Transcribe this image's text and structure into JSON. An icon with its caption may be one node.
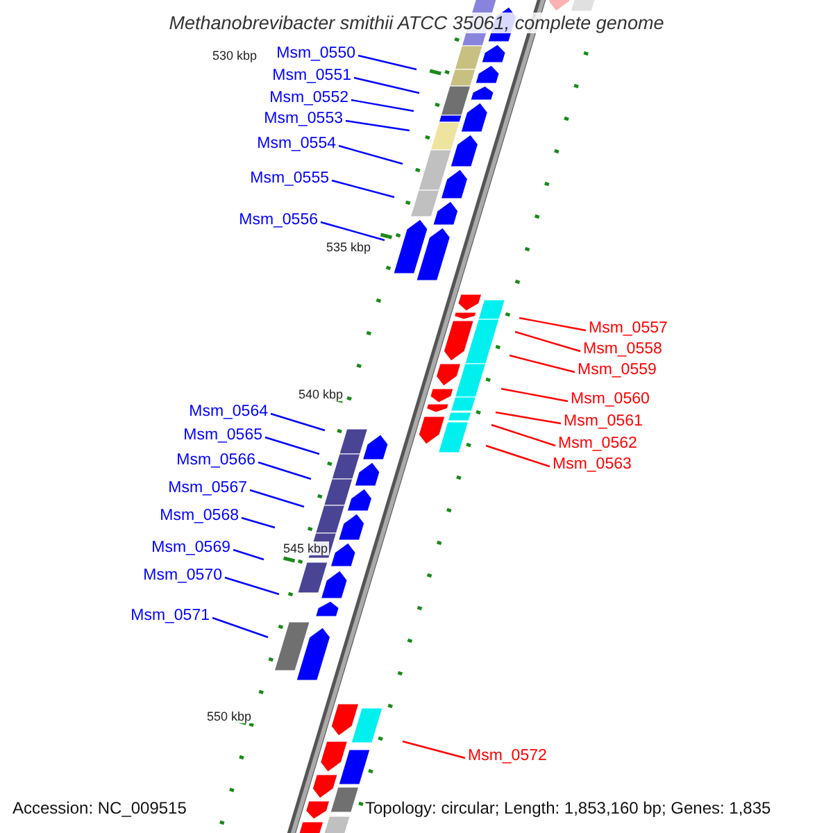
{
  "diagram": {
    "title": "Methanobrevibacter smithii ATCC 35061, complete genome",
    "nodes": [
      {
        "text": [
          "Msm_0550"
        ]
      },
      {
        "text": [
          "Msm_0551"
        ]
      },
      {
        "text": [
          "Msm_0552"
        ]
      },
      {
        "text": [
          "Msm_0553"
        ]
      },
      {
        "text": [
          "Msm_0554"
        ]
      },
      {
        "text": [
          "Msm_0555"
        ]
      },
      {
        "text": [
          "Msm_0556"
        ]
      },
      {
        "text": [
          "Msm_0557"
        ]
      },
      {
        "text": [
          "Msm_0558"
        ]
      },
      {
        "text": [
          "Msm_0559"
        ]
      },
      {
        "text": [
          "Msm_0560"
        ]
      },
      {
        "text": [
          "Msm_0561"
        ]
      },
      {
        "text": [
          "Msm_0562"
        ]
      },
      {
        "text": [
          "Msm_0563"
        ]
      },
      {
        "text": [
          "Msm_0564"
        ]
      },
      {
        "text": [
          "Msm_0565"
        ]
      },
      {
        "text": [
          "Msm_0566"
        ]
      },
      {
        "text": [
          "Msm_0567"
        ]
      },
      {
        "text": [
          "Msm_0568"
        ]
      },
      {
        "text": [
          "Msm_0569"
        ]
      },
      {
        "text": [
          "Msm_0570"
        ]
      },
      {
        "text": [
          "Msm_0571"
        ]
      },
      {
        "text": [
          "Msm_0572"
        ]
      }
    ],
    "edges": [
      {
        "from": 0,
        "to": null,
        "arrow": "none"
      },
      {
        "from": 1,
        "to": null,
        "arrow": "none"
      },
      {
        "from": 2,
        "to": null,
        "arrow": "none"
      },
      {
        "from": 3,
        "to": null,
        "arrow": "none"
      },
      {
        "from": 4,
        "to": null,
        "arrow": "none"
      },
      {
        "from": 5,
        "to": null,
        "arrow": "none"
      },
      {
        "from": 6,
        "to": null,
        "arrow": "none"
      },
      {
        "from": 7,
        "to": null,
        "arrow": "none",
        "color": "#ff0000"
      },
      {
        "from": 8,
        "to": null,
        "arrow": "none",
        "color": "#ff0000"
      },
      {
        "from": 9,
        "to": null,
        "arrow": "none",
        "color": "#ff0000"
      },
      {
        "from": 10,
        "to": null,
        "arrow": "none",
        "color": "#ff0000"
      },
      {
        "from": 11,
        "to": null,
        "arrow": "none",
        "color": "#ff0000"
      },
      {
        "from": 12,
        "to": null,
        "arrow": "none",
        "color": "#ff0000"
      },
      {
        "from": 13,
        "to": null,
        "arrow": "none",
        "color": "#ff0000"
      },
      {
        "from": 14,
        "to": null,
        "arrow": "none"
      },
      {
        "from": 15,
        "to": null,
        "arrow": "none"
      },
      {
        "from": 16,
        "to": null,
        "arrow": "none"
      },
      {
        "from": 17,
        "to": null,
        "arrow": "none"
      },
      {
        "from": 18,
        "to": null,
        "arrow": "none"
      },
      {
        "from": 19,
        "to": null,
        "arrow": "none"
      },
      {
        "from": 20,
        "to": null,
        "arrow": "none"
      },
      {
        "from": 21,
        "to": null,
        "arrow": "none"
      },
      {
        "from": 22,
        "to": null,
        "arrow": "none",
        "color": "#ff0000"
      }
    ],
    "labels": [
      "530 kbp",
      "535 kbp",
      "540 kbp",
      "545 kbp",
      "550 kbp",
      "Accession: NC_009515",
      "Topology: circular; Length: 1,853,160 bp; Genes: 1,835"
    ]
  }
}
